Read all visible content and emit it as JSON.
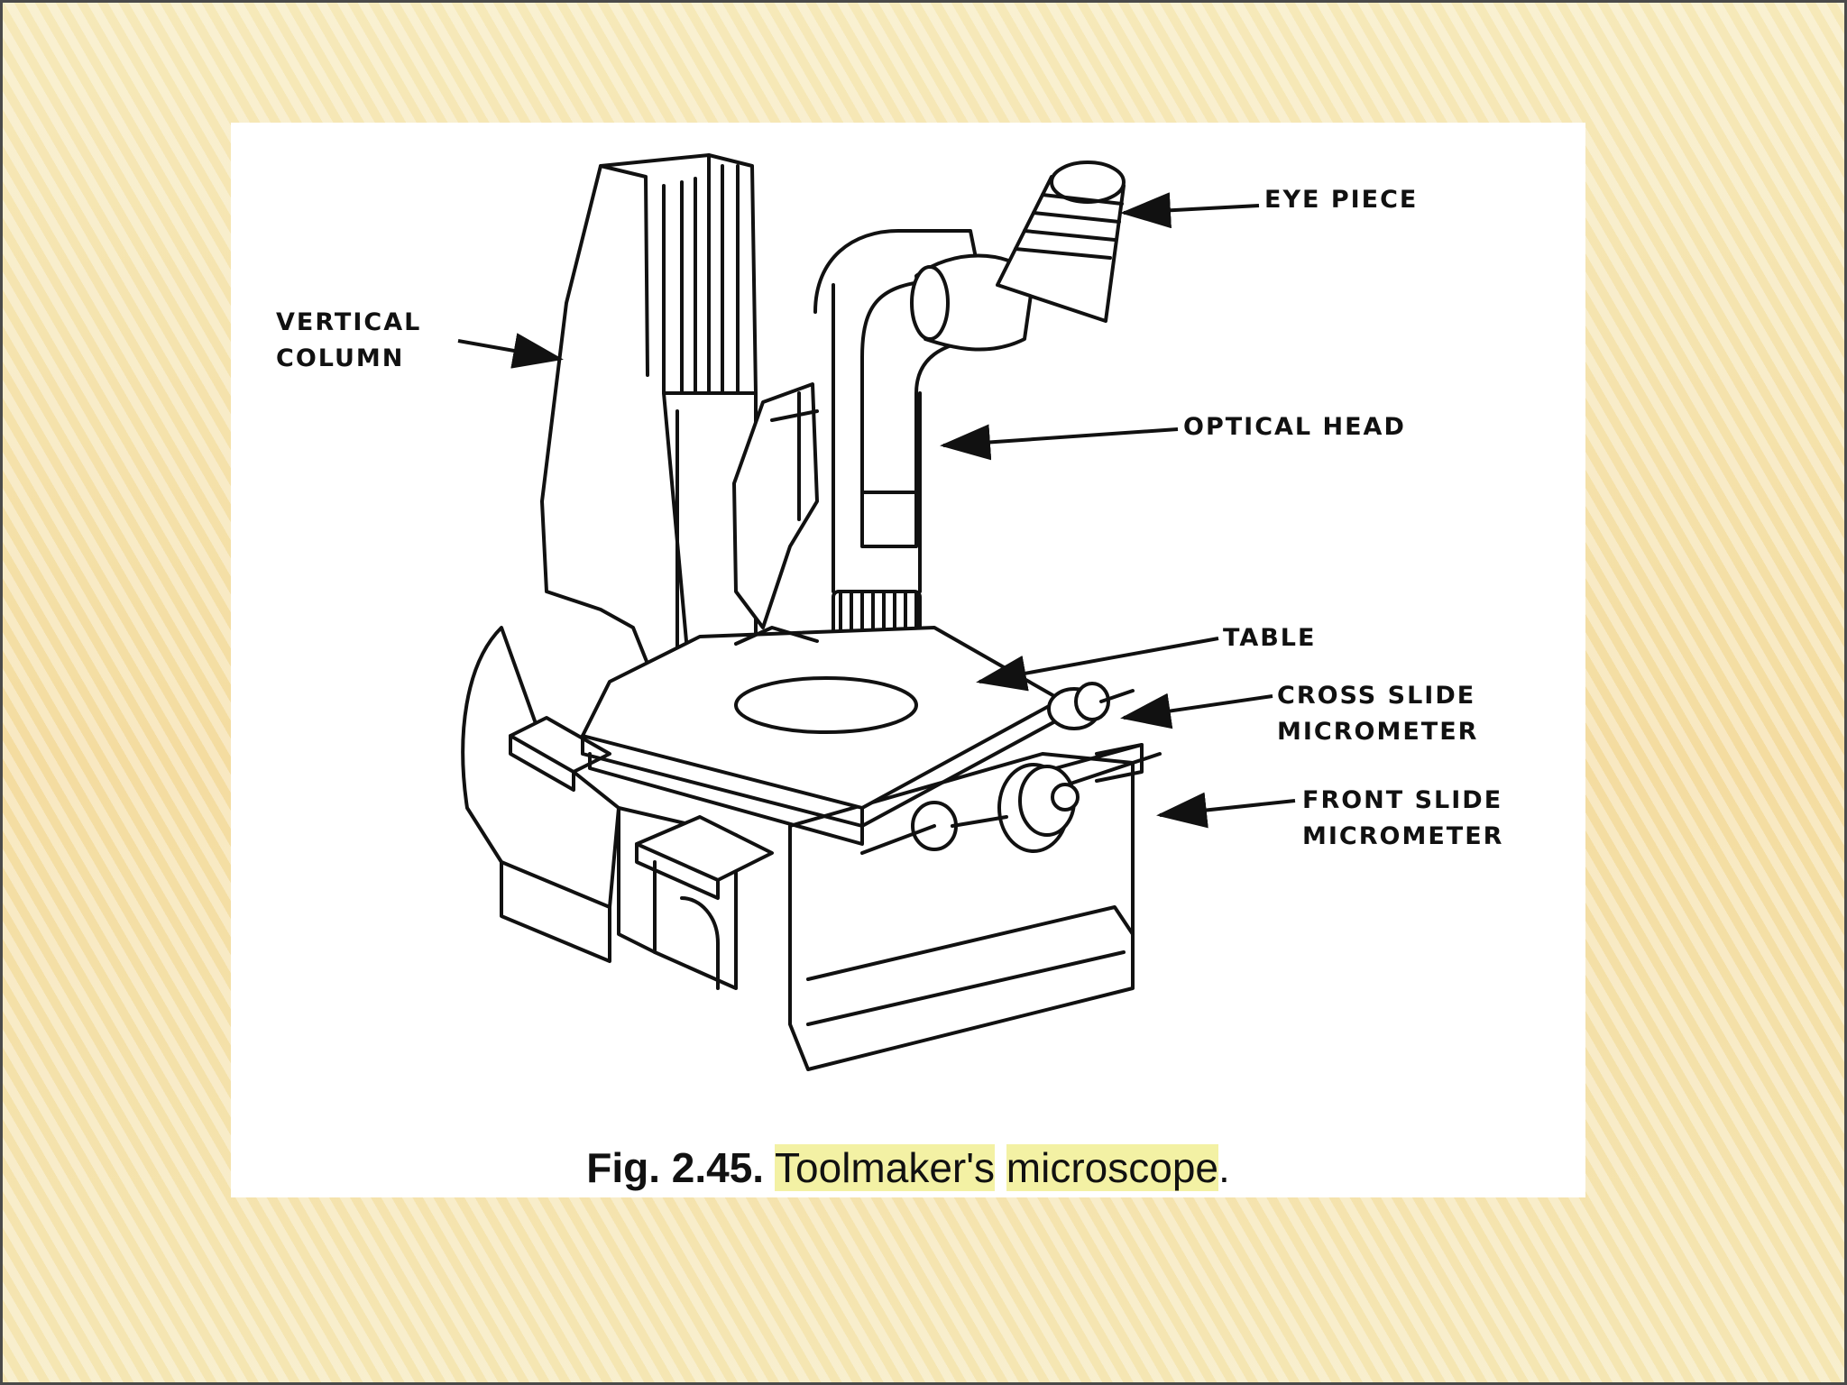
{
  "figure": {
    "caption": {
      "number": "Fig. 2.45.",
      "title_part1": "Toolmaker's",
      "title_part2": "microscope",
      "end": "."
    },
    "callouts": {
      "vertical_column": [
        "VERTICAL",
        "COLUMN"
      ],
      "eye_piece": "EYE PIECE",
      "optical_head": "OPTICAL HEAD",
      "table": "TABLE",
      "cross_slide_micrometer": [
        "CROSS SLIDE",
        "MICROMETER"
      ],
      "front_slide_micrometer": [
        "FRONT SLIDE",
        "MICROMETER"
      ]
    }
  },
  "colors": {
    "background": "#f7ecc0",
    "panel": "#ffffff",
    "line_art": "#111111",
    "highlight": "#f3f1a4"
  }
}
